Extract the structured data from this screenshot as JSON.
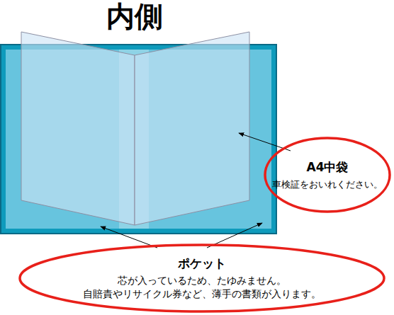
{
  "diagram": {
    "title": "内側",
    "nodes": [
      {
        "text": [
          "A4中袋",
          "車検証をおいれください。"
        ]
      },
      {
        "text": [
          "ポケット",
          "芯が入っているため、たゆみません。",
          "自賠責やリサイクル券など、薄手の書類が入ります。"
        ]
      }
    ]
  }
}
